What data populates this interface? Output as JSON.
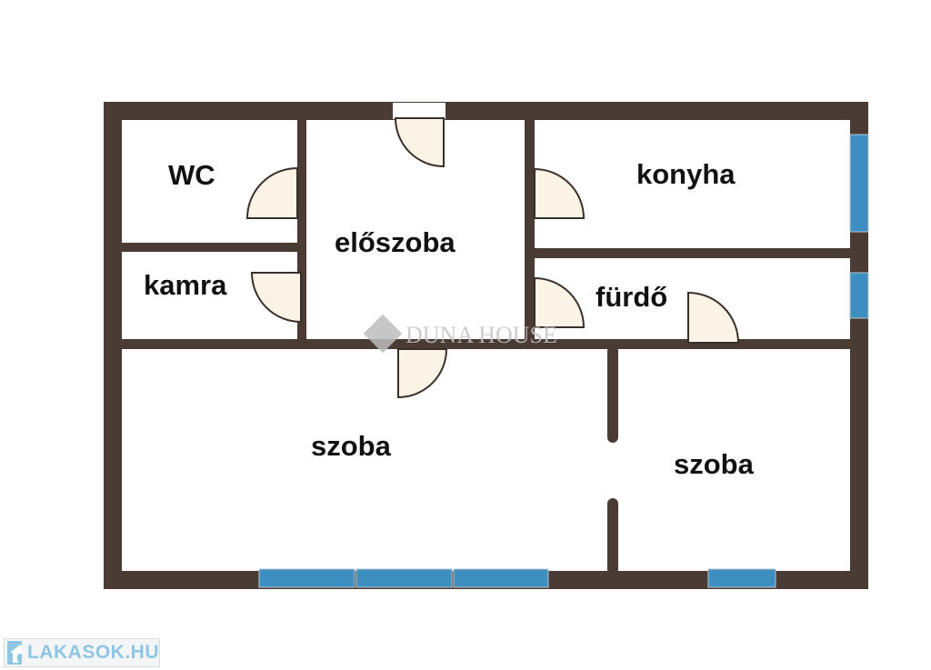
{
  "floorplan": {
    "rooms": {
      "wc": "WC",
      "eloszoba": "előszoba",
      "konyha": "konyha",
      "kamra": "kamra",
      "furdo": "fürdő",
      "szoba_main": "szoba",
      "szoba_small": "szoba"
    },
    "watermark": "DUNA HOUSE"
  },
  "footer": {
    "brand": "LAKASOK.HU"
  },
  "colors": {
    "wall": "#4a3c35",
    "window": "#3d8fc1",
    "door": "#fbf3e6"
  }
}
